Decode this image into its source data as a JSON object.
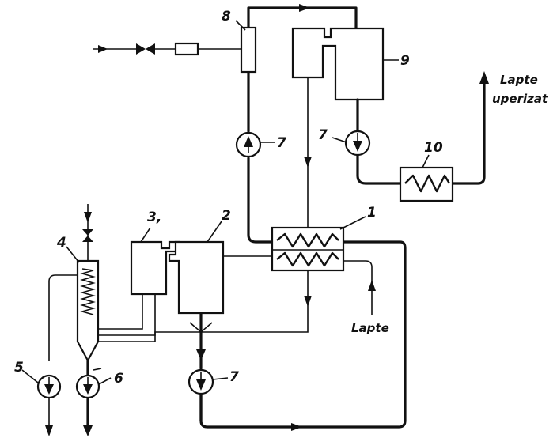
{
  "labels": {
    "n1": "1",
    "n2": "2",
    "n3": "3,",
    "n4": "4",
    "n5": "5",
    "n6": "6",
    "n7a": "7",
    "n7b": "7",
    "n7c": "7",
    "n8": "8",
    "n9": "9",
    "n10": "10",
    "product_out_line1": "Lapte",
    "product_out_line2": "uperizat",
    "milk_in": "Lapte"
  }
}
